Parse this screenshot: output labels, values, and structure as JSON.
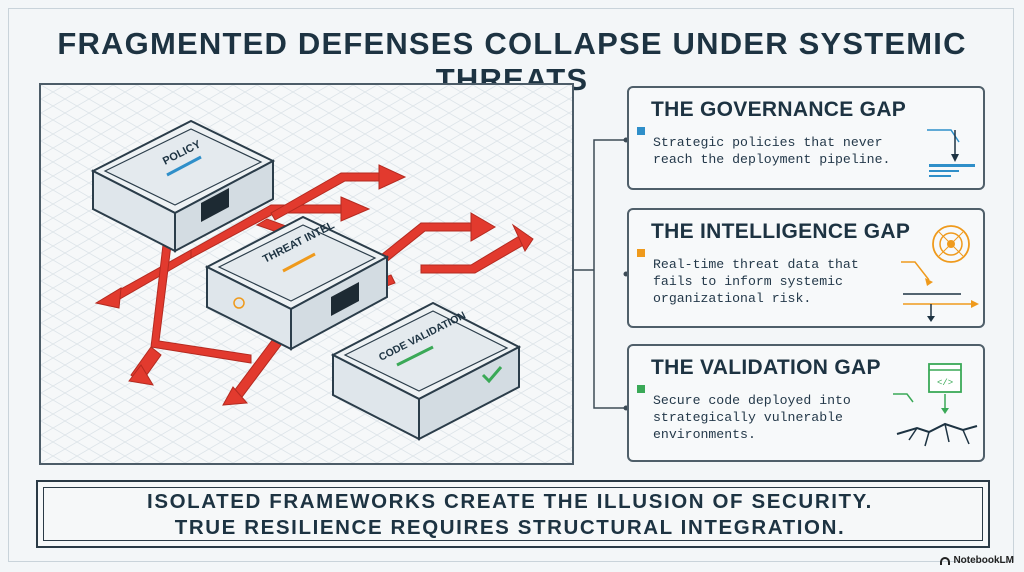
{
  "title": "FRAGMENTED DEFENSES COLLAPSE UNDER SYSTEMIC THREATS",
  "diagram": {
    "boxes": [
      {
        "label": "POLICY"
      },
      {
        "label": "THREAT INTEL"
      },
      {
        "label": "CODE VALIDATION"
      }
    ]
  },
  "gaps": [
    {
      "title": "THE GOVERNANCE GAP",
      "body": "Strategic policies that never\nreach the deployment pipeline.",
      "icon": "pipeline-down-arrow-icon",
      "accent": "#2f8fc9"
    },
    {
      "title": "THE INTELLIGENCE GAP",
      "body": "Real-time threat data that\nfails to inform systemic\norganizational risk.",
      "icon": "radar-target-icon",
      "accent": "#ef9a1c"
    },
    {
      "title": "THE VALIDATION GAP",
      "body": "Secure code deployed into\nstrategically vulnerable\nenvironments.",
      "icon": "code-window-cracked-ground-icon",
      "accent": "#3aa957"
    }
  ],
  "banner": {
    "line1": "ISOLATED FRAMEWORKS CREATE THE ILLUSION OF SECURITY.",
    "line2": "TRUE RESILIENCE REQUIRES STRUCTURAL INTEGRATION."
  },
  "brand": "NotebookLM",
  "colors": {
    "threat_arrow": "#e23a2e",
    "ink": "#1d3342",
    "grid": "#dde4e9"
  }
}
